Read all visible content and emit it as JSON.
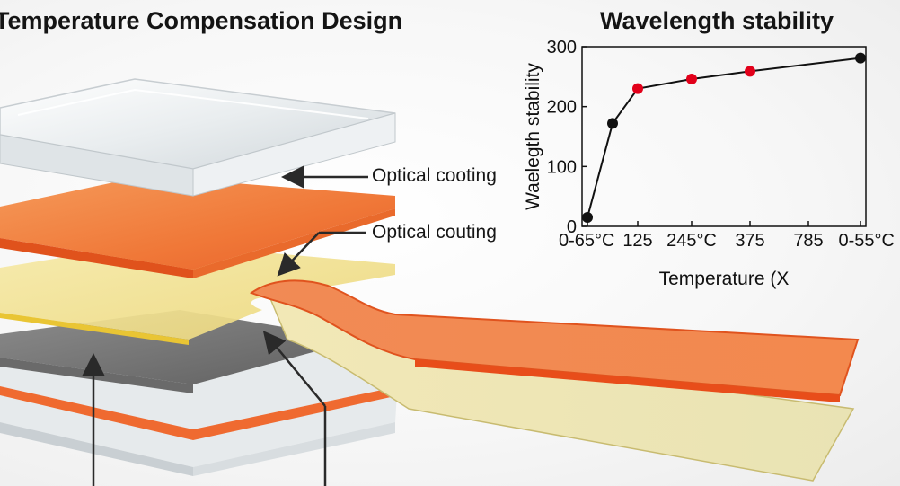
{
  "diagram": {
    "title": "Temperature Compensation Design",
    "callouts": {
      "top": "Optical cooting",
      "middle": "Optical couting"
    }
  },
  "chart_data": {
    "type": "line",
    "title": "Wavelength stability",
    "xlabel": "Temperature (X",
    "ylabel": "Waelegth stability",
    "x_ticks": [
      "0-65°C",
      "125",
      "245°C",
      "375",
      "785",
      "0-55°C"
    ],
    "y_ticks": [
      0,
      100,
      200,
      300
    ],
    "ylim": [
      0,
      300
    ],
    "grid": false,
    "points": [
      {
        "x": "0-65°C",
        "y": 15,
        "color": "#111111"
      },
      {
        "x": "between 0-65°C and 125",
        "y": 172,
        "color": "#111111"
      },
      {
        "x": "125",
        "y": 230,
        "color": "#e2001a"
      },
      {
        "x": "245°C",
        "y": 246,
        "color": "#e2001a"
      },
      {
        "x": "375",
        "y": 259,
        "color": "#e2001a"
      },
      {
        "x": "0-55°C",
        "y": 281,
        "color": "#111111"
      }
    ],
    "point_tick_positions": [
      0,
      0.5,
      1,
      2,
      3,
      5
    ],
    "line_color": "#111111"
  }
}
